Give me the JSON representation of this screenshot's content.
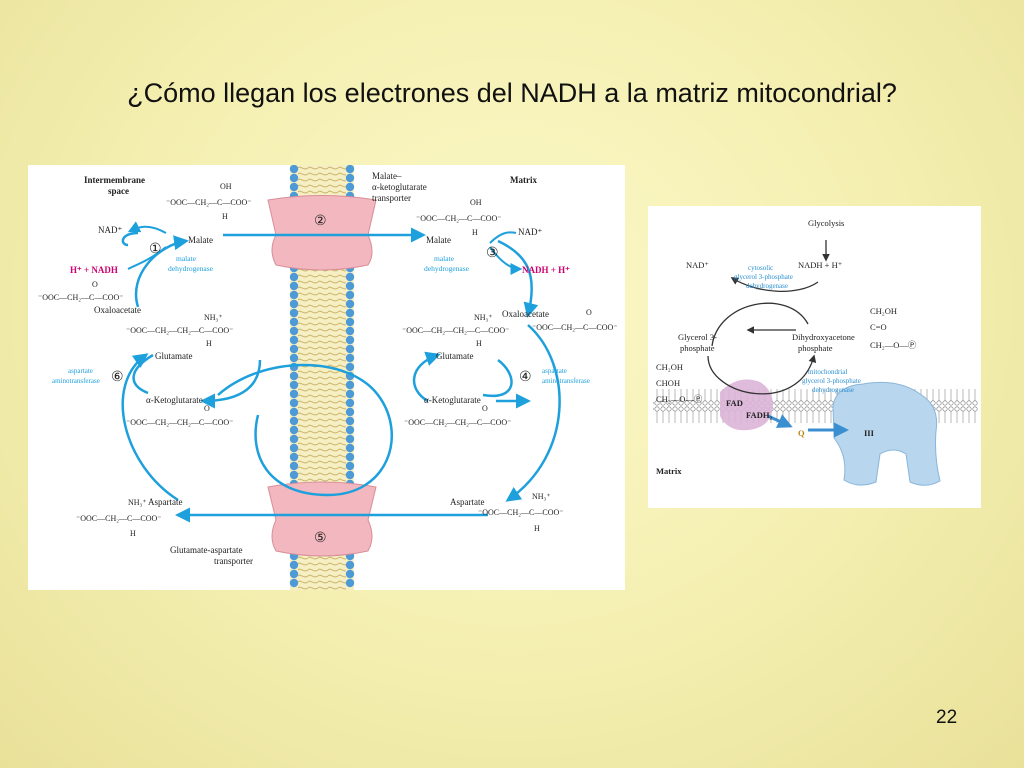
{
  "slide": {
    "title": "¿Cómo llegan los electrones del NADH a la matriz mitocondrial?",
    "page_number": "22"
  },
  "left_diagram": {
    "intermembrane_space": "Intermembrane",
    "intermembrane_space_2": "space",
    "matrix": "Matrix",
    "transporter_1_line1": "Malate–",
    "transporter_1_line2": "α-ketoglutarate",
    "transporter_1_line3": "transporter",
    "transporter_2_line1": "Glutamate-aspartate",
    "transporter_2_line2": "transporter",
    "steps": [
      "①",
      "②",
      "③",
      "④",
      "⑤",
      "⑥"
    ],
    "left": {
      "nad_plus": "NAD⁺",
      "h_nadh": "H⁺ + NADH",
      "malate": "Malate",
      "malate_dh_1": "malate",
      "malate_dh_2": "dehydrogenase",
      "oxaloacetate": "Oxaloacetate",
      "glutamate": "Glutamate",
      "ketoglutarate": "α-Ketoglutarate",
      "aspartate": "Aspartate",
      "amino_1": "aspartate",
      "amino_2": "aminotransferase",
      "malate_formula": "⁻OOC—CH₂—C—COO⁻",
      "oaa_formula": "⁻OOC—CH₂—C—COO⁻",
      "glu_formula": "⁻OOC—CH₂—CH₂—C—COO⁻",
      "akg_formula": "⁻OOC—CH₂—CH₂—C—COO⁻",
      "asp_formula": "⁻OOC—CH₂—C—COO⁻"
    },
    "right": {
      "nad_plus": "NAD⁺",
      "nadh_h": "NADH + H⁺",
      "malate": "Malate",
      "malate_dh_1": "malate",
      "malate_dh_2": "dehydrogenase",
      "oxaloacetate": "Oxaloacetate",
      "glutamate": "Glutamate",
      "ketoglutarate": "α-Ketoglutarate",
      "aspartate": "Aspartate",
      "amino_1": "aspartate",
      "amino_2": "aminotransferase",
      "malate_formula": "⁻OOC—CH₂—C—COO⁻",
      "oaa_formula": "⁻OOC—CH₂—C—COO⁻",
      "glu_formula": "⁻OOC—CH₂—CH₂—C—COO⁻",
      "akg_formula": "⁻OOC—CH₂—CH₂—C—COO⁻",
      "asp_formula": "⁻OOC—CH₂—C—COO⁻"
    },
    "atoms": {
      "oh": "OH",
      "h": "H",
      "o": "O",
      "nh3": "NH₃⁺",
      "pipe": "|",
      "dbl": "‖"
    }
  },
  "right_diagram": {
    "glycolysis": "Glycolysis",
    "nad_plus": "NAD⁺",
    "nadh": "NADH + H⁺",
    "cyto_enzyme_1": "cytosolic",
    "cyto_enzyme_2": "glycerol 3-phosphate",
    "cyto_enzyme_3": "dehydrogenase",
    "g3p_1": "Glycerol 3-",
    "g3p_2": "phosphate",
    "dhap_1": "Dihydroxyacetone",
    "dhap_2": "phosphate",
    "dhap_f1": "CH₂OH",
    "dhap_f2": "C=O",
    "dhap_f3": "CH₂—O—Ⓟ",
    "g3p_f1": "CH₂OH",
    "g3p_f2": "CHOH",
    "g3p_f3": "CH₂—O—Ⓟ",
    "mito_enzyme_1": "mitochondrial",
    "mito_enzyme_2": "glycerol 3-phosphate",
    "mito_enzyme_3": "dehydrogenase",
    "fad": "FAD",
    "fadh2": "FADH₂",
    "q": "Q",
    "complex": "III",
    "matrix": "Matrix"
  },
  "colors": {
    "arrow_blue": "#1ea0dc",
    "magenta": "#d0006f",
    "pink_transporter": "#f3b7bf",
    "membrane_head": "#4e9ad6",
    "complex_blue": "#b8d6ee"
  }
}
